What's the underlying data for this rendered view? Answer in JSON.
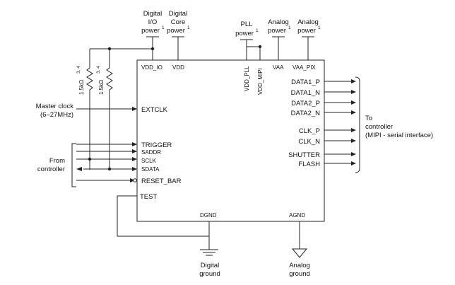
{
  "power": {
    "digital_io": [
      "Digital",
      "I/O",
      "power"
    ],
    "digital_core": [
      "Digital",
      "Core",
      "power"
    ],
    "pll": [
      "PLL",
      "power"
    ],
    "analog": [
      "Analog",
      "power"
    ],
    "analog_pix": [
      "Analog",
      "power"
    ],
    "footnote": "1"
  },
  "pins_top": {
    "vdd_io": "VDD_IO",
    "vdd": "VDD",
    "vdd_pll": "VDD_PLL",
    "vdd_mipi": "VDD_MIPI",
    "vaa": "VAA",
    "vaa_pix": "VAA_PIX"
  },
  "resistors": {
    "r1": "1.5kΩ",
    "r2": "1.5kΩ",
    "note": "3, 4"
  },
  "master_clock": {
    "line1": "Master clock",
    "line2": "(6–27MHz)"
  },
  "pins_left": {
    "extclk": "EXTCLK",
    "trigger": "TRIGGER",
    "saddr": "SADDR",
    "sclk": "SCLK",
    "sdata": "SDATA",
    "reset_bar": "RESET_BAR",
    "test": "TEST"
  },
  "from_controller": [
    "From",
    "controller"
  ],
  "pins_right": {
    "data1_p": "DATA1_P",
    "data1_n": "DATA1_N",
    "data2_p": "DATA2_P",
    "data2_n": "DATA2_N",
    "clk_p": "CLK_P",
    "clk_n": "CLK_N",
    "shutter": "SHUTTER",
    "flash": "FLASH"
  },
  "to_controller": [
    "To",
    "controller",
    "(MIPI - serial interface)"
  ],
  "pins_bottom": {
    "dgnd": "DGND",
    "agnd": "AGND"
  },
  "grounds": {
    "digital": [
      "Digital",
      "ground"
    ],
    "analog": [
      "Analog",
      "ground"
    ]
  }
}
